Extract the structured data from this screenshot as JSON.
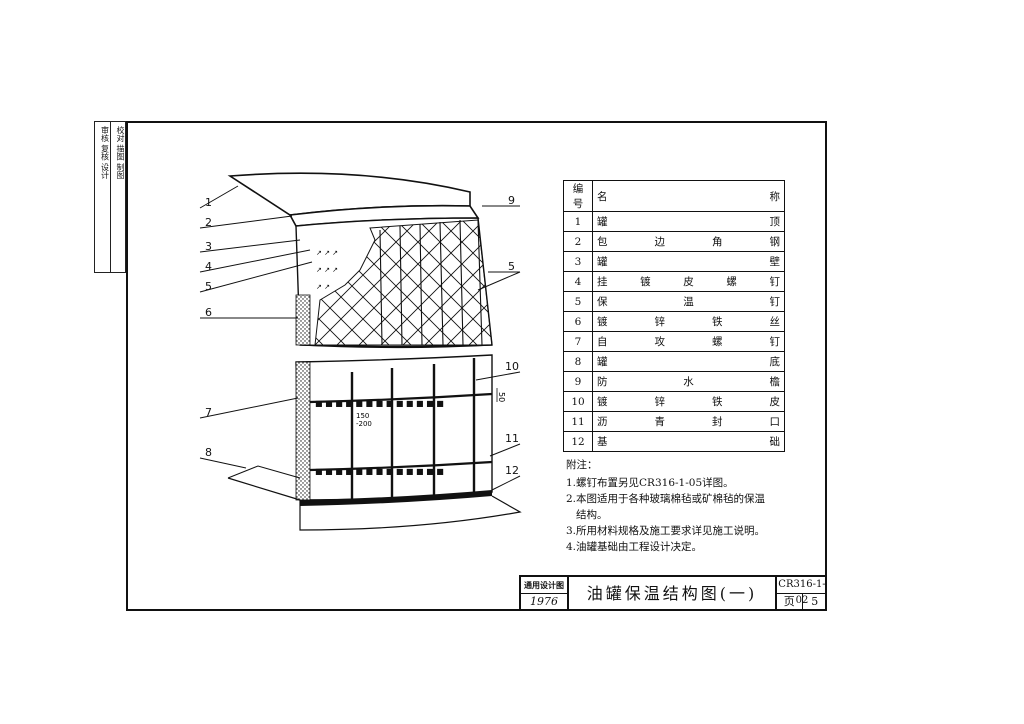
{
  "stamp": {
    "columns": [
      "审核 复核 设计",
      "校对 描图 制图"
    ]
  },
  "diagram": {
    "callouts": [
      "1",
      "2",
      "3",
      "4",
      "5",
      "6",
      "7",
      "8",
      "9",
      "5",
      "10",
      "11",
      "12"
    ],
    "dim_label": "50",
    "spacing_label": "150\n-200"
  },
  "parts_table": {
    "headers": [
      "编号",
      "名",
      "称"
    ],
    "rows": [
      {
        "no": "1",
        "name": "罐顶"
      },
      {
        "no": "2",
        "name": "包边角钢"
      },
      {
        "no": "3",
        "name": "罐壁"
      },
      {
        "no": "4",
        "name": "挂镀皮螺钉"
      },
      {
        "no": "5",
        "name": "保温钉"
      },
      {
        "no": "6",
        "name": "镀锌铁丝"
      },
      {
        "no": "7",
        "name": "自攻螺钉"
      },
      {
        "no": "8",
        "name": "罐底"
      },
      {
        "no": "9",
        "name": "防水檐"
      },
      {
        "no": "10",
        "name": "镀锌铁皮"
      },
      {
        "no": "11",
        "name": "沥青封口"
      },
      {
        "no": "12",
        "name": "基础"
      }
    ]
  },
  "notes": {
    "title": "附注：",
    "items": [
      "1.螺钉布置另见CR316-1-05详图。",
      "2.本图适用于各种玻璃棉毡或矿棉毡的保温",
      "  结构。",
      "3.所用材料规格及施工要求详见施工说明。",
      "4.油罐基础由工程设计决定。"
    ]
  },
  "title_block": {
    "org": "通用设计图",
    "year": "1976",
    "title": "油罐保温结构图(一)",
    "code": "CR316-1-02",
    "page_label": "页",
    "page_no": "5"
  },
  "colors": {
    "ink": "#111111",
    "paper": "#ffffff"
  }
}
